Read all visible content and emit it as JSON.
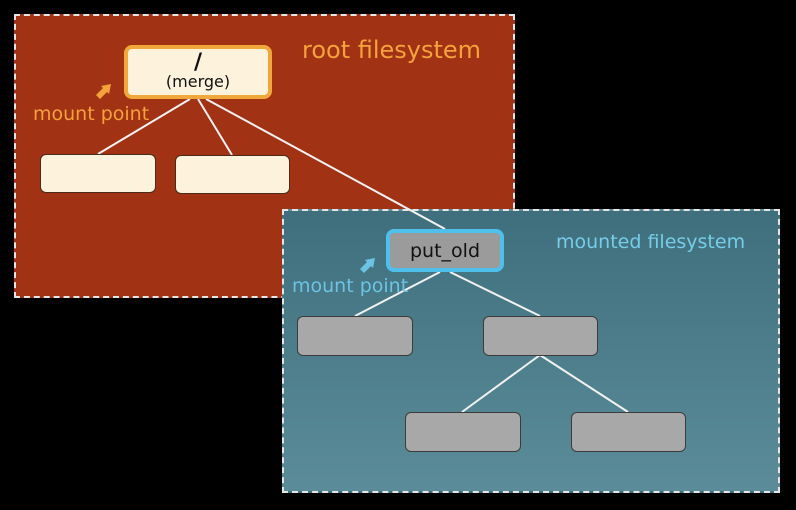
{
  "root_fs": {
    "title": "root filesystem",
    "root_node_slash": "/",
    "root_node_sub": "(merge)",
    "mount_label": "mount point"
  },
  "mounted_fs": {
    "title": "mounted filesystem",
    "node_label": "put_old",
    "mount_label": "mount point"
  },
  "colors": {
    "root_panel": "#a23214",
    "mounted_panel": "#4f7f8c",
    "root_accent": "#f4a23b",
    "mounted_accent": "#6cc3e3"
  }
}
